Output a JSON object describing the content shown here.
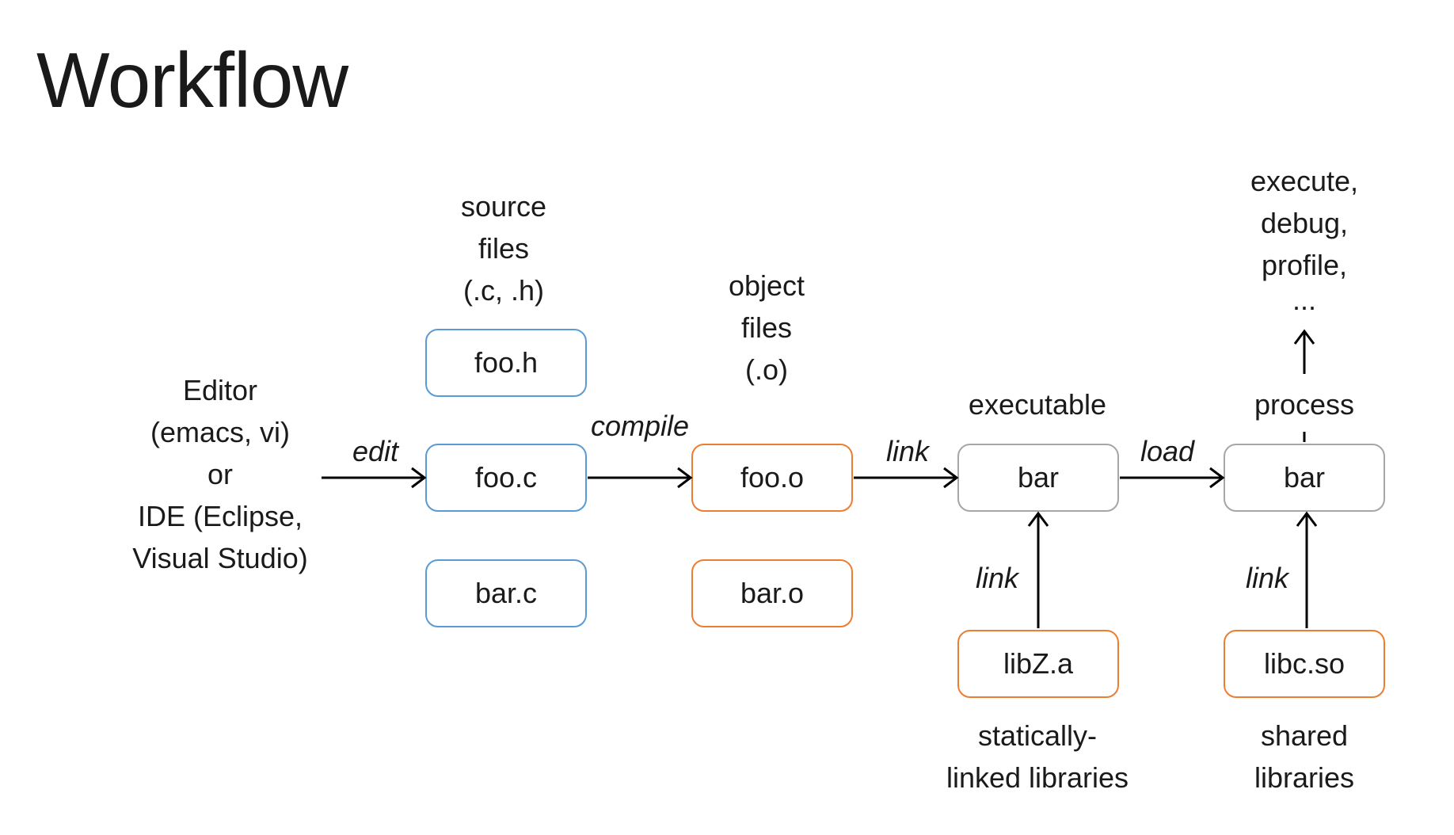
{
  "title": "Workflow",
  "nodes": {
    "editor": [
      "Editor",
      "(emacs, vi)",
      "or",
      "IDE (Eclipse,",
      "Visual Studio)"
    ],
    "source_files": [
      "source",
      "files",
      "(.c, .h)"
    ],
    "object_files": [
      "object",
      "files",
      "(.o)"
    ],
    "executable": "executable",
    "process": "process",
    "execute": [
      "execute,",
      "debug,",
      "profile,",
      "..."
    ],
    "static_libs": [
      "statically-",
      "linked libraries"
    ],
    "shared_libs": [
      "shared",
      "libraries"
    ]
  },
  "boxes": {
    "foo_h": "foo.h",
    "foo_c": "foo.c",
    "bar_c": "bar.c",
    "foo_o": "foo.o",
    "bar_o": "bar.o",
    "bar_exe": "bar",
    "bar_proc": "bar",
    "libz": "libZ.a",
    "libc": "libc.so"
  },
  "edges": {
    "edit": "edit",
    "compile": "compile",
    "link1": "link",
    "load": "load",
    "link2": "link",
    "link3": "link"
  },
  "colors": {
    "source_border": "#5b9bd5",
    "object_border": "#ed7d31",
    "binary_border": "#a6a6a6"
  }
}
